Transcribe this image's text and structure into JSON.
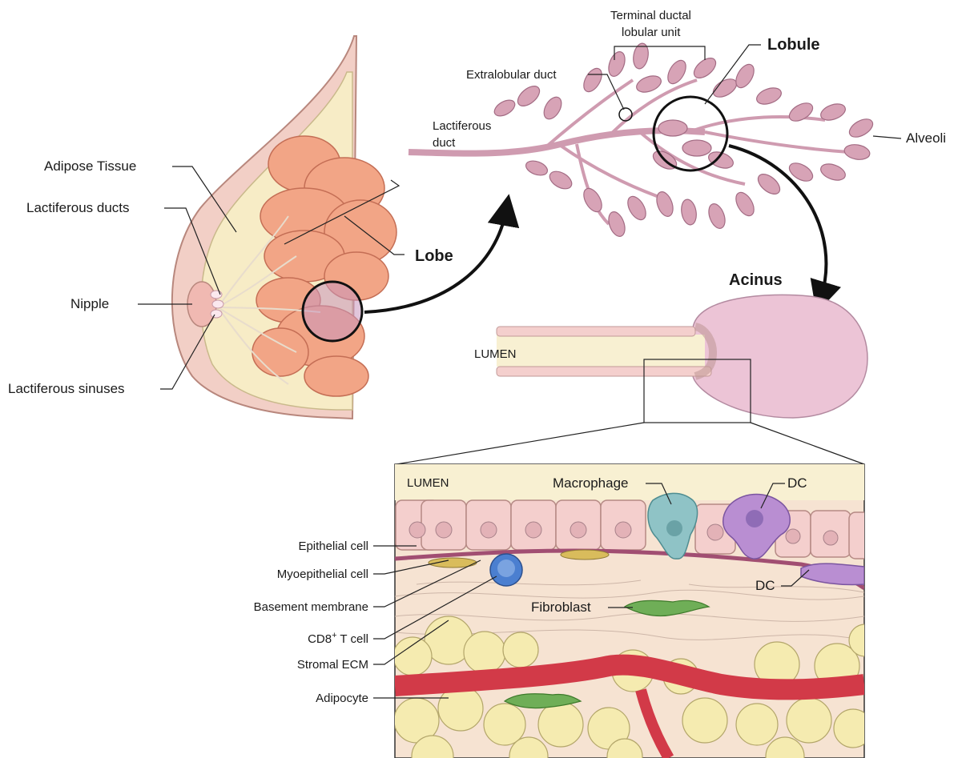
{
  "breast": {
    "labels": {
      "adipose": "Adipose Tissue",
      "ducts": "Lactiferous ducts",
      "nipple": "Nipple",
      "sinuses": "Lactiferous sinuses",
      "lobe": "Lobe"
    }
  },
  "lobule": {
    "labels": {
      "tdlu_line1": "Terminal ductal",
      "tdlu_line2": "lobular unit",
      "lobule": "Lobule",
      "extralobular": "Extralobular duct",
      "lactiferous_line1": "Lactiferous",
      "lactiferous_line2": "duct",
      "alveoli": "Alveoli"
    }
  },
  "acinus": {
    "title": "Acinus",
    "lumen": "LUMEN"
  },
  "detail": {
    "lumen": "LUMEN",
    "macrophage": "Macrophage",
    "dc_top": "DC",
    "dc_side": "DC",
    "fibroblast": "Fibroblast",
    "left_labels": [
      {
        "id": "epithelial",
        "text": "Epithelial cell"
      },
      {
        "id": "myoepithelial",
        "text": "Myoepithelial cell"
      },
      {
        "id": "basement",
        "text": "Basement membrane"
      },
      {
        "id": "cd8_main",
        "text": "CD8",
        "sup": "+",
        "rest": " T cell"
      },
      {
        "id": "stromal",
        "text": "Stromal ECM"
      },
      {
        "id": "adipocyte",
        "text": "Adipocyte"
      }
    ]
  },
  "colors": {
    "breast_skin": "#f2cfc6",
    "adipose": "#f7ecc6",
    "lobe": "#f2a586",
    "lobule": "#d7a3b6",
    "acinus": "#ecc4d6",
    "epithelium": "#f4cfcd",
    "vessel": "#d23a48",
    "adipocyte": "#f5ebb0",
    "macrophage": "#8fc3c6",
    "dc": "#b98ed2",
    "tcell": "#4b7fd0",
    "fibroblast": "#6fae57"
  }
}
